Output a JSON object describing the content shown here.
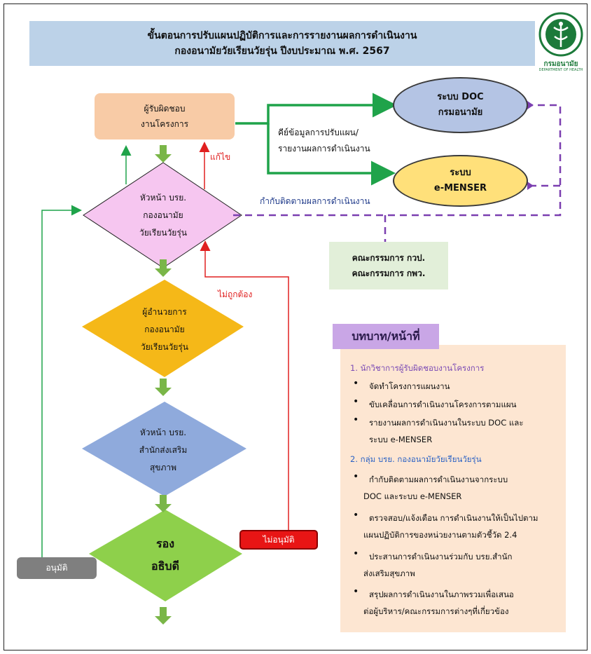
{
  "header": {
    "line1": "ขั้นตอนการปรับแผนปฏิบัติการและการรายงานผลการดำเนินงาน",
    "line2": "กองอนามัยวัยเรียนวัยรุ่น ปีงบประมาณ พ.ศ. 2567"
  },
  "logo": {
    "name": "กรมอนามัย",
    "sub": "DEPARTMENT OF HEALTH"
  },
  "colors": {
    "header_bg": "#bcd2e8",
    "green_arrow": "#7ab648",
    "red_line": "#e02020",
    "purple_dash": "#7b3fb0",
    "roles_bg": "#fde6d2",
    "roles_title_bg": "#c9a6e6"
  },
  "nodes": {
    "responsible": {
      "l1": "ผู้รับผิดชอบ",
      "l2": "งานโครงการ"
    },
    "head_div": {
      "l1": "หัวหน้า บรย.",
      "l2": "กองอนามัย",
      "l3": "วัยเรียนวัยรุ่น"
    },
    "director": {
      "l1": "ผู้อำนวยการ",
      "l2": "กองอนามัย",
      "l3": "วัยเรียนวัยรุ่น"
    },
    "head_office": {
      "l1": "หัวหน้า บรย.",
      "l2": "สำนักส่งเสริม",
      "l3": "สุขภาพ"
    },
    "deputy": {
      "l1": "รอง",
      "l2": "อธิบดี"
    },
    "doc": {
      "l1": "ระบบ DOC",
      "l2": "กรมอนามัย"
    },
    "emenser": {
      "l1": "ระบบ",
      "l2": "e-MENSER"
    },
    "committee": {
      "l1": "คณะกรรมการ กวป.",
      "l2": "คณะกรรมการ กพว."
    }
  },
  "labels": {
    "fix": "แก้ไข",
    "key_in_1": "คีย์ข้อมูลการปรับแผน/",
    "key_in_2": "รายงานผลการดำเนินงาน",
    "monitor": "กำกับติดตามผลการดำเนินงาน",
    "incorrect": "ไม่ถูกต้อง",
    "not_approve": "ไม่อนุมัติ",
    "approve": "อนุมัติ"
  },
  "roles": {
    "title": "บทบาท/หน้าที่",
    "group1": "1. นักวิชาการผู้รับผิดชอบงานโครงการ",
    "g1_items": [
      "จัดทำโครงการแผนงาน",
      "ขับเคลื่อนการดำเนินงานโครงการตามแผน",
      "รายงานผลการดำเนินงานในระบบ DOC และ"
    ],
    "g1_item3_cont": "ระบบ e-MENSER",
    "group2": "2. กลุ่ม บรย. กองอนามัยวัยเรียนวัยรุ่น",
    "g2_item1": "กำกับติดตามผลการดำเนินงานจากระบบ",
    "g2_item1_cont": "DOC และระบบ e-MENSER",
    "g2_item2": "ตรวจสอบ/แจ้งเตือน การดำเนินงานให้เป็นไปตาม",
    "g2_item2_cont": "แผนปฏิบัติการของหน่วยงานตามตัวชี้วัด 2.4",
    "g2_item3": "ประสานการดำเนินงานร่วมกับ บรย.สำนัก",
    "g2_item3_cont": "ส่งเสริมสุขภาพ",
    "g2_item4": "สรุปผลการดำเนินงานในภาพรวมเพื่อเสนอ",
    "g2_item4_cont": "ต่อผู้บริหาร/คณะกรรมการต่างๆที่เกี่ยวข้อง"
  }
}
